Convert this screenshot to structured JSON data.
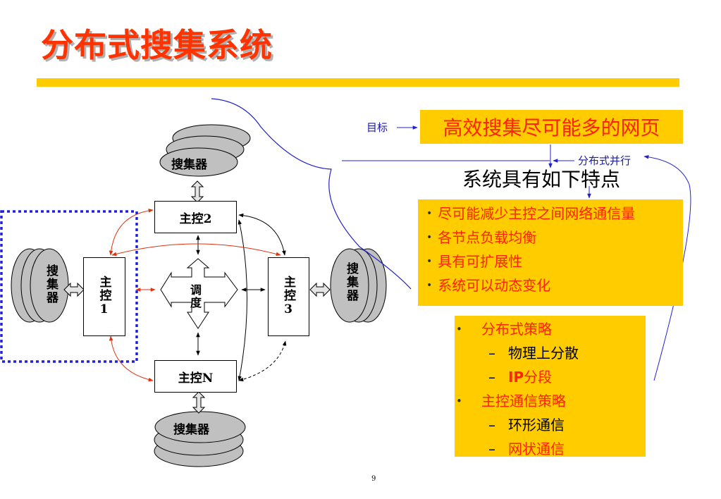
{
  "title": "分布式搜集系统",
  "diagram": {
    "collector_top": "搜集器",
    "collector_bottom": "搜集器",
    "collector_left": "搜集器",
    "collector_right": "搜集器",
    "master_2": "主控2",
    "master_n": "主控N",
    "master_1": "主控1",
    "master_3": "主控3",
    "scheduler": "调度",
    "colors": {
      "red_arrow": "#dd3311",
      "dotted_border": "#2222dd",
      "cylinder": "#c0c0c0"
    }
  },
  "goal_label": "目标",
  "goal": "高效搜集尽可能多的网页",
  "parallel_label": "分布式并行",
  "features_heading": "系统具有如下特点",
  "features": [
    "尽可能减少主控之间网络通信量",
    "各节点负载均衡",
    "具有可扩展性",
    "系统可以动态变化"
  ],
  "strategies": [
    {
      "label": "分布式策略",
      "items": [
        {
          "text": "物理上分散",
          "color": "#000000"
        },
        {
          "prefix": "IP",
          "text": "分段",
          "color": "#ff2200"
        }
      ]
    },
    {
      "label": "主控通信策略",
      "items": [
        {
          "text": "环形通信",
          "color": "#000000"
        },
        {
          "text": "网状通信",
          "color": "#ff2200"
        }
      ]
    }
  ],
  "page_number": "9",
  "colors": {
    "accent": "#ffcc00",
    "title": "#ff3300",
    "highlight_text": "#ff2200",
    "annotation": "#1a1aa6"
  }
}
